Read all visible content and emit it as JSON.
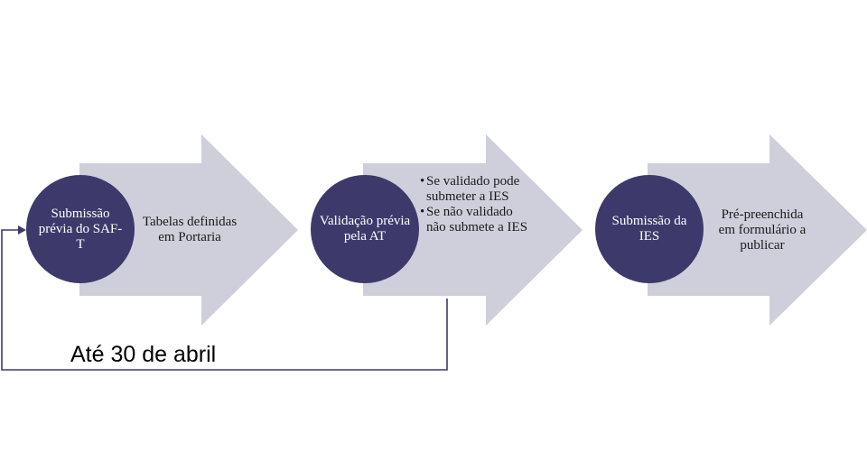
{
  "colors": {
    "arrow_fill": "#cfcfdb",
    "circle_fill": "#3d3a6b",
    "connector_line": "#3d3a6b"
  },
  "steps": [
    {
      "circle_label": "Submissão prévia do SAF-T",
      "arrow_text": "Tabelas definidas em Portaria"
    },
    {
      "circle_label": "Validação prévia pela AT",
      "bullets": [
        "Se validado pode submeter a IES",
        "Se não validado não submete a IES"
      ],
      "bullet_marker": "•"
    },
    {
      "circle_label": "Submissão da IES",
      "arrow_text": "Pré-preenchida em formulário a publicar"
    }
  ],
  "deadline_label": "Até 30 de abril"
}
